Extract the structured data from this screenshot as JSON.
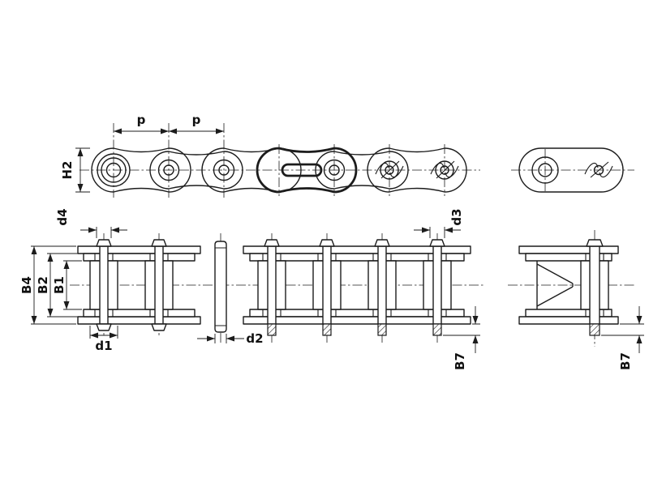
{
  "colors": {
    "background": "#ffffff",
    "line": "#1c1c1c",
    "text": "#111111"
  },
  "labels": {
    "pitch_first": "p",
    "pitch_second": "p",
    "height": "H2",
    "d4": "d4",
    "d3": "d3",
    "b4": "B4",
    "b2": "B2",
    "b1": "B1",
    "d1": "d1",
    "d2": "d2",
    "b7_section": "B7",
    "b7_end": "B7"
  }
}
